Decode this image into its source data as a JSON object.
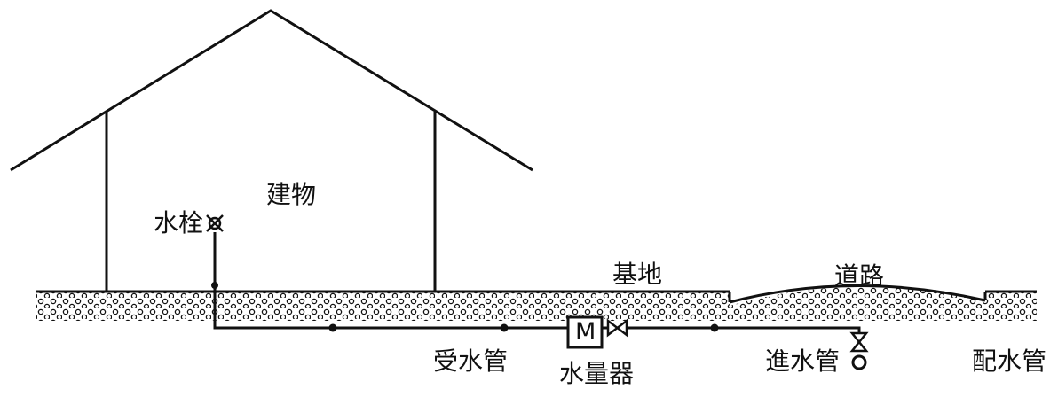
{
  "labels": {
    "building": "建物",
    "faucet": "水栓",
    "site": "基地",
    "road": "道路",
    "receiving_pipe": "受水管",
    "water_meter": "水量器",
    "meter_symbol": "M",
    "service_pipe": "進水管",
    "distribution_pipe": "配水管"
  },
  "colors": {
    "line": "#111111",
    "background": "#ffffff"
  }
}
